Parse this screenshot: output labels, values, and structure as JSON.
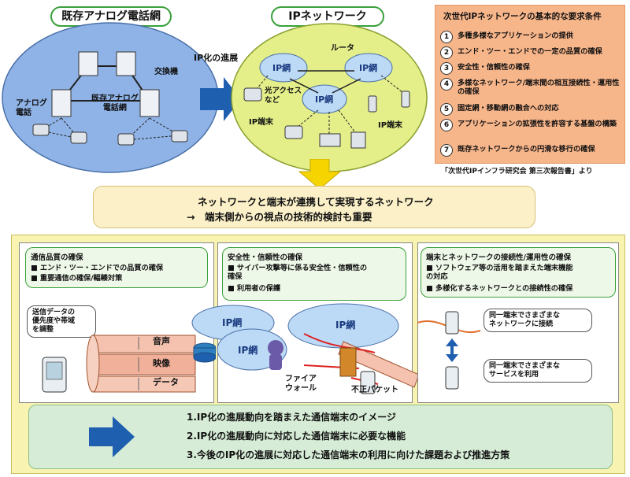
{
  "top": {
    "legacy_title": "既存アナログ電話網",
    "ip_title": "IPネットワーク",
    "progress_label": "IP化の進展",
    "legacy": {
      "exchange": "交換機",
      "network": "既存アナログ\n電話網",
      "analog_phone": "アナログ\n電話"
    },
    "ipnet": {
      "router": "ルータ",
      "cloud": "IP網",
      "access": "光アクセス\nなど",
      "terminal_left": "IP端末",
      "terminal_right": "IP端末"
    }
  },
  "requirements": {
    "title": "次世代IPネットワークの基本的な要求条件",
    "items": [
      {
        "num": "1",
        "text": "多種多様なアプリケーションの提供"
      },
      {
        "num": "2",
        "text": "エンド・ツー・エンドでの一定の品質の確保"
      },
      {
        "num": "3",
        "text": "安全性・信頼性の確保"
      },
      {
        "num": "4",
        "text": "多様なネットワーク/端末間の相互接続性・運用性の確保"
      },
      {
        "num": "5",
        "text": "固定網・移動網の融合への対応"
      },
      {
        "num": "6",
        "text": "アプリケーションの拡張性を許容する基盤の構築"
      },
      {
        "num": "7",
        "text": "既存ネットワークからの円滑な移行の確保"
      }
    ],
    "citation": "「次世代IPインフラ研究会 第三次報告書」より"
  },
  "summary": {
    "line1": "ネットワークと端末が連携して実現するネットワーク",
    "line2": "→　端末側からの視点の技術的検討も重要"
  },
  "panels": {
    "quality": {
      "title": "通信品質の確保",
      "items": [
        "■ エンド・ツー・エンドでの品質の確保",
        "■ 重要通信の確保/輻輳対策"
      ],
      "callout": "送信データの\n優先度や帯域\nを調整",
      "streams": [
        "音声",
        "映像",
        "データ"
      ]
    },
    "security": {
      "title": "安全性・信頼性の確保",
      "items": [
        "■ サイバー攻撃等に係る安全性・信頼性の\n確保",
        "■ 利用者の保護"
      ],
      "clouds": [
        "IP網",
        "IP網",
        "IP網"
      ],
      "firewall": "ファイア\nウォール",
      "bad_packet": "不正パケット"
    },
    "interop": {
      "title": "端末とネットワークの接続性/運用性の確保",
      "items": [
        "■ ソフトウェア等の活用を踏まえた端末機能\nの対応",
        "■ 多様化するネットワークとの接続性の確保"
      ],
      "callout1": "同一端末でさまざまな\nネットワークに接続",
      "callout2": "同一端末でさまざまな\nサービスを利用"
    }
  },
  "results": [
    "1.IP化の進展動向を踏まえた通信端末のイメージ",
    "2.IP化の進展動向に対応した通信端末に必要な機能",
    "3.今後のIP化の進展に対応した通信端末の利用に向けた課題および推進方策"
  ],
  "colors": {
    "legacy_fill": "#8fb3e6",
    "ip_fill": "#e4ef8a",
    "requirement_fill": "#f7b58a",
    "summary_fill": "#fbf0c8",
    "bottom_fill": "#f8f3b0",
    "result_fill": "#d6ecd6",
    "arrow_blue": "#1f5fb0",
    "arrow_yellow": "#f5d400",
    "cloud_fill": "#bcd9f5"
  }
}
